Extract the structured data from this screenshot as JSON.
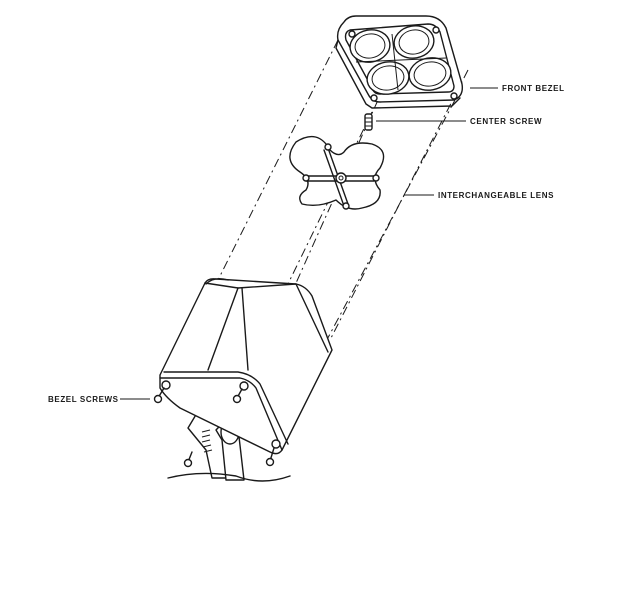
{
  "callouts": {
    "front_bezel": "FRONT BEZEL",
    "center_screw": "CENTER SCREW",
    "interchangeable_lens": "INTERCHANGEABLE LENS",
    "bezel_screws": "BEZEL SCREWS"
  },
  "colors": {
    "line": "#1a1a1a",
    "background": "#ffffff"
  }
}
